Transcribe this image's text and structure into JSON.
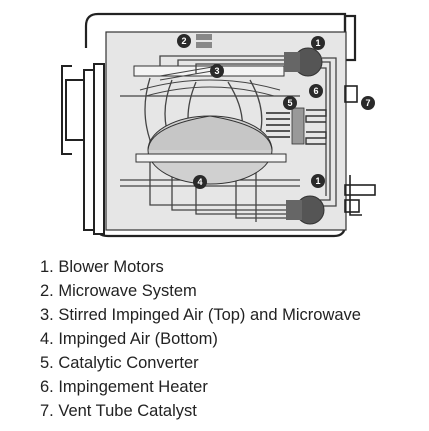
{
  "diagram": {
    "callouts": {
      "blower_top": "1",
      "blower_bottom": "1",
      "microwave": "2",
      "stirred_air": "3",
      "impinged_bottom": "4",
      "catalytic": "5",
      "heater": "6",
      "vent": "7"
    }
  },
  "legend": [
    "1. Blower Motors",
    "2. Microwave System",
    "3. Stirred Impinged Air (Top) and Microwave",
    "4. Impinged Air (Bottom)",
    "5. Catalytic Converter",
    "6. Impingement Heater",
    "7. Vent Tube Catalyst"
  ]
}
